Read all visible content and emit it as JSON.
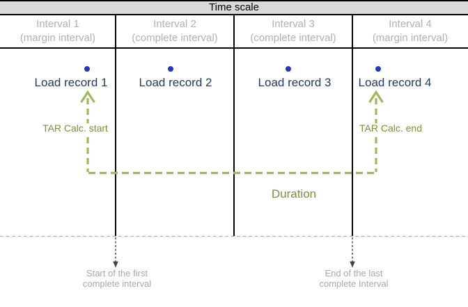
{
  "title": "Time scale",
  "intervals": [
    {
      "name": "Interval 1",
      "type": "(margin interval)"
    },
    {
      "name": "Interval 2",
      "type": "(complete interval)"
    },
    {
      "name": "Interval 3",
      "type": "(complete interval)"
    },
    {
      "name": "Interval 4",
      "type": "(margin interval)"
    }
  ],
  "load_records": [
    "Load record 1",
    "Load record 2",
    "Load record 3",
    "Load record 4"
  ],
  "annotations": {
    "tar_start": "TAR Calc. start",
    "tar_end": "TAR Calc. end",
    "duration": "Duration"
  },
  "footer": {
    "start_caption": {
      "line1": "Start of the first",
      "line2": "complete interval"
    },
    "end_caption": {
      "line1": "End of the last",
      "line2": "complete Interval"
    }
  },
  "colors": {
    "titlebar_bg": "#d9d9d9",
    "header_text_gray": "#b1b1b1",
    "record_navy": "#1f3a60",
    "dot_blue": "#2639bd",
    "arrow_green": "#9bba59",
    "green_text": "#76923c",
    "caption_gray": "#a8a8a8",
    "line_black": "#000000"
  }
}
